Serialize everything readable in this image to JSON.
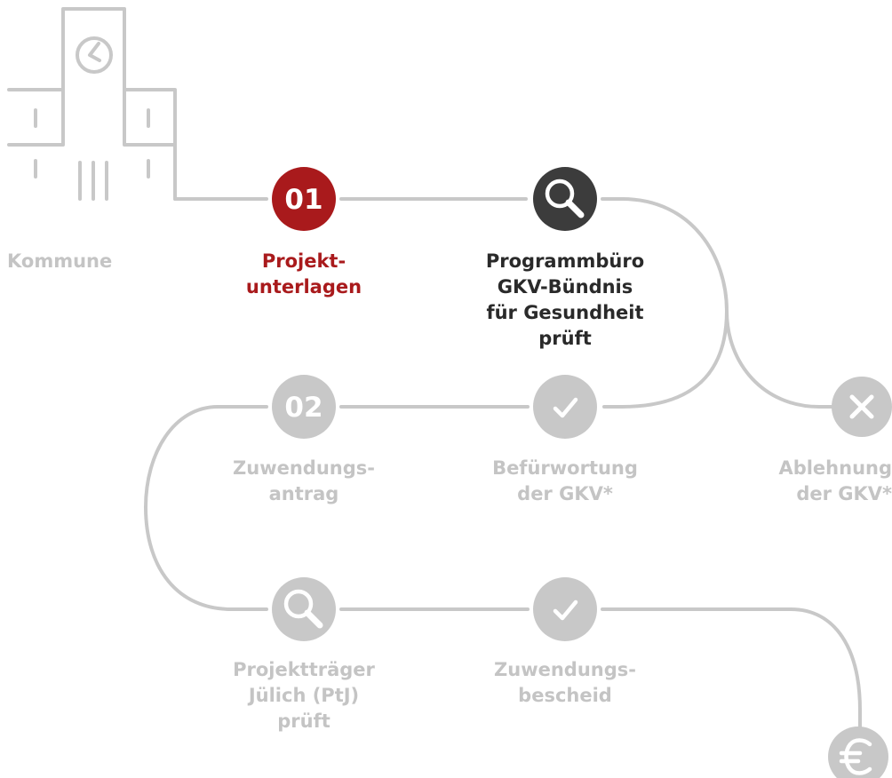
{
  "colors": {
    "active": "#a91a1c",
    "current": "#3c3c3c",
    "inactive": "#c8c8c8",
    "text_inactive": "#c4c4c4"
  },
  "nodes": {
    "start": {
      "label": [
        "Kommune"
      ],
      "icon": "town-hall-clock-icon"
    },
    "step1": {
      "number": "01",
      "label": [
        "Projekt-",
        "unterlagen"
      ],
      "state": "active"
    },
    "review_gkv": {
      "icon": "magnifier-icon",
      "label": [
        "Programmbüro",
        "GKV-Bündnis",
        "für Gesundheit",
        "prüft"
      ],
      "state": "current"
    },
    "approval_gkv": {
      "icon": "check-icon",
      "label": [
        "Befürwortung",
        "der GKV*"
      ],
      "state": "inactive"
    },
    "rejection_gkv": {
      "icon": "close-icon",
      "label": [
        "Ablehnung",
        "der GKV*"
      ],
      "state": "inactive"
    },
    "step2": {
      "number": "02",
      "label": [
        "Zuwendungs-",
        "antrag"
      ],
      "state": "inactive"
    },
    "review_ptj": {
      "icon": "magnifier-icon",
      "label": [
        "Projektträger",
        "Jülich (PtJ)",
        "prüft"
      ],
      "state": "inactive"
    },
    "grant": {
      "icon": "check-icon",
      "label": [
        "Zuwendungs-",
        "bescheid"
      ],
      "state": "inactive"
    },
    "funding": {
      "icon": "euro-icon",
      "label": [],
      "state": "inactive"
    }
  }
}
